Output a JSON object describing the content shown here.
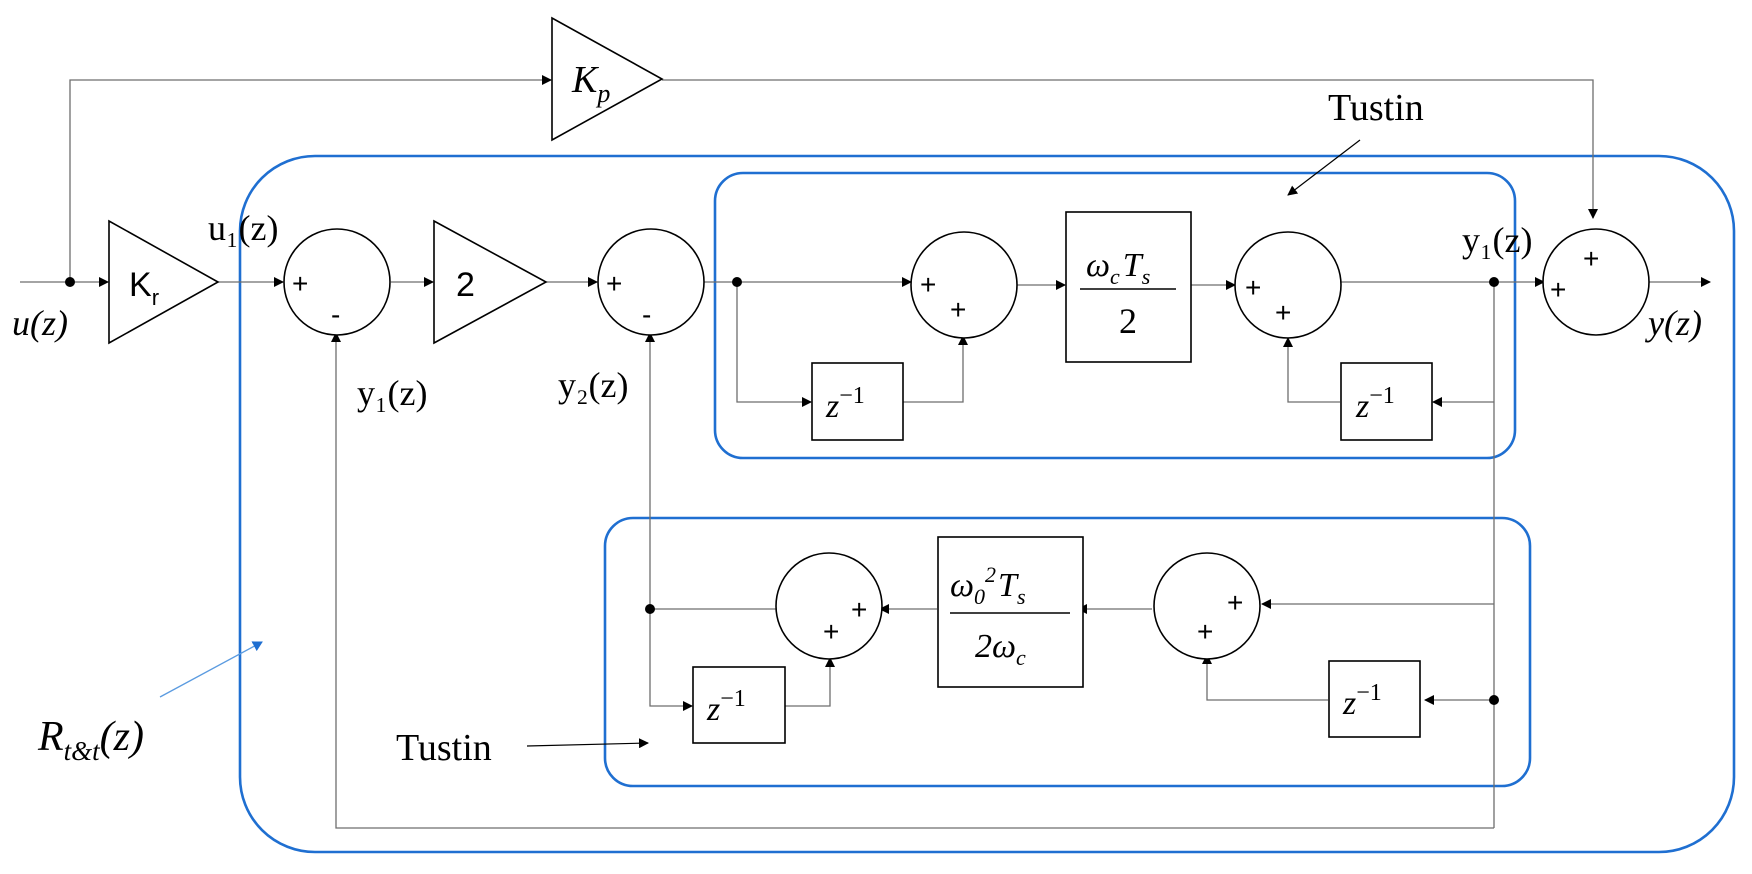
{
  "labels": {
    "input": "u(z)",
    "output": "y(z)",
    "u1": "u₁(z)",
    "y1_top": "y₁(z)",
    "y1_feedback": "y₁(z)",
    "y2_feedback": "y₂(z)",
    "controller": "R",
    "controller_sub": "t&t",
    "controller_arg": "(z)",
    "tustin_top": "Tustin",
    "tustin_bottom": "Tustin"
  },
  "blocks": {
    "kp": {
      "main": "K",
      "sub": "p"
    },
    "kr": {
      "main": "K",
      "sub": "r"
    },
    "gain2": "2",
    "upper_gain": {
      "num_main": "ω",
      "num_sub1": "c",
      "num_T": "T",
      "num_sub2": "s",
      "den": "2"
    },
    "lower_gain": {
      "num_main": "ω",
      "num_sub1": "0",
      "num_sup": "2",
      "num_T": "T",
      "num_sub2": "s",
      "den_main": "2ω",
      "den_sub": "c"
    },
    "delay": {
      "main": "z",
      "sup": "−1"
    }
  },
  "signs": {
    "sum1": [
      "+",
      "-"
    ],
    "sum2": [
      "+",
      "-"
    ],
    "sum_upper_a": [
      "+",
      "+"
    ],
    "sum_upper_b": [
      "+",
      "+"
    ],
    "sum_out": [
      "+",
      "+"
    ],
    "sum_lower_left": [
      "+",
      "+"
    ],
    "sum_lower_right": [
      "+",
      "+"
    ]
  },
  "colors": {
    "frame": "#1f6fd1",
    "wire": "#6e6e6e"
  }
}
